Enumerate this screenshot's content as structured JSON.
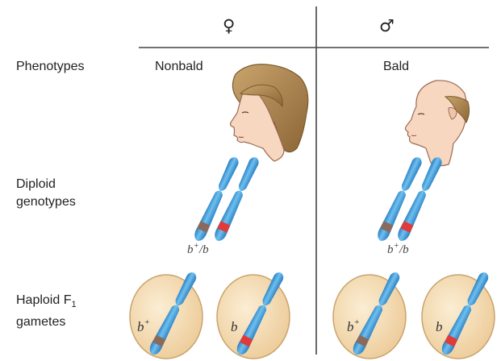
{
  "columns": {
    "female_symbol": "♀",
    "male_symbol": "♂"
  },
  "rows": {
    "phenotypes": "Phenotypes",
    "diploid_line1": "Diploid",
    "diploid_line2": "genotypes",
    "haploid_line1": "Haploid F",
    "haploid_sub": "1",
    "haploid_line2": "gametes"
  },
  "phenotype": {
    "female": "Nonbald",
    "male": "Bald"
  },
  "genotype": {
    "female": {
      "base": "b",
      "sup": "+",
      "rest": "/b"
    },
    "male": {
      "base": "b",
      "sup": "+",
      "rest": "/b"
    }
  },
  "gametes": [
    {
      "base": "b",
      "sup": "+"
    },
    {
      "base": "b",
      "sup": ""
    },
    {
      "base": "b",
      "sup": "+"
    },
    {
      "base": "b",
      "sup": ""
    }
  ],
  "colors": {
    "chromosome": "#3d9ad6",
    "band_plus": "#8a6a5c",
    "band_b": "#e03a3a",
    "gamete_fill": "#f1d9b0",
    "gamete_stroke": "#c9a46c",
    "hair": "#b08a55",
    "skin": "#f8dcc4"
  }
}
